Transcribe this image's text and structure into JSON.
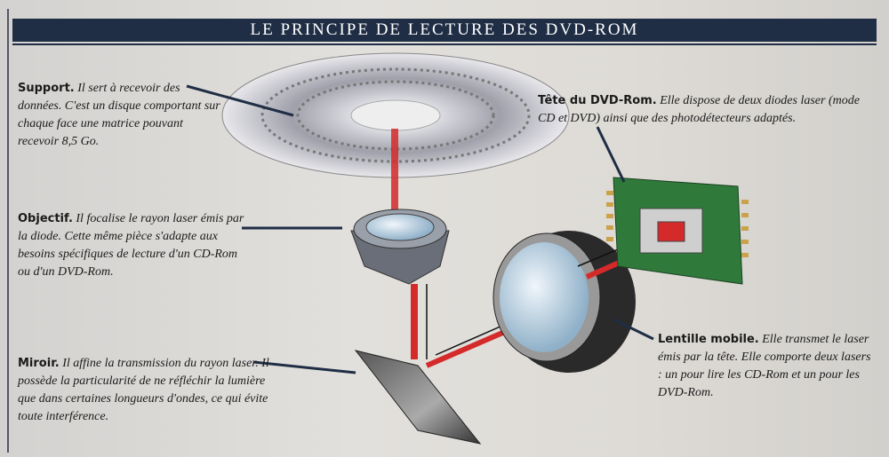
{
  "title": "LE PRINCIPE DE LECTURE DES DVD-ROM",
  "captions": {
    "support": {
      "label": "Support.",
      "text": "Il sert à recevoir des données. C'est un disque comportant sur chaque face une matrice pouvant recevoir 8,5 Go."
    },
    "objectif": {
      "label": "Objectif.",
      "text": "Il focalise le rayon laser émis par la diode. Cette même pièce s'adapte aux besoins spécifiques de lecture d'un CD-Rom ou d'un DVD-Rom."
    },
    "miroir": {
      "label": "Miroir.",
      "text": "Il affine la transmission du rayon laser. Il possède la particularité de ne réfléchir la lumière que dans certaines longueurs d'ondes, ce qui évite toute interférence."
    },
    "tete": {
      "label": "Tête du DVD-Rom.",
      "text": "Elle dispose de deux diodes laser (mode CD et DVD) ainsi que des photodétecteurs adaptés."
    },
    "lentille": {
      "label": "Lentille mobile.",
      "text": "Elle transmet le laser émis par la tête. Elle comporte deux lasers : un pour lire les CD-Rom et un pour les DVD-Rom."
    }
  },
  "colors": {
    "title_bar": "#1f2d45",
    "laser": "#d42a2a",
    "pcb": "#2f7a3a"
  }
}
